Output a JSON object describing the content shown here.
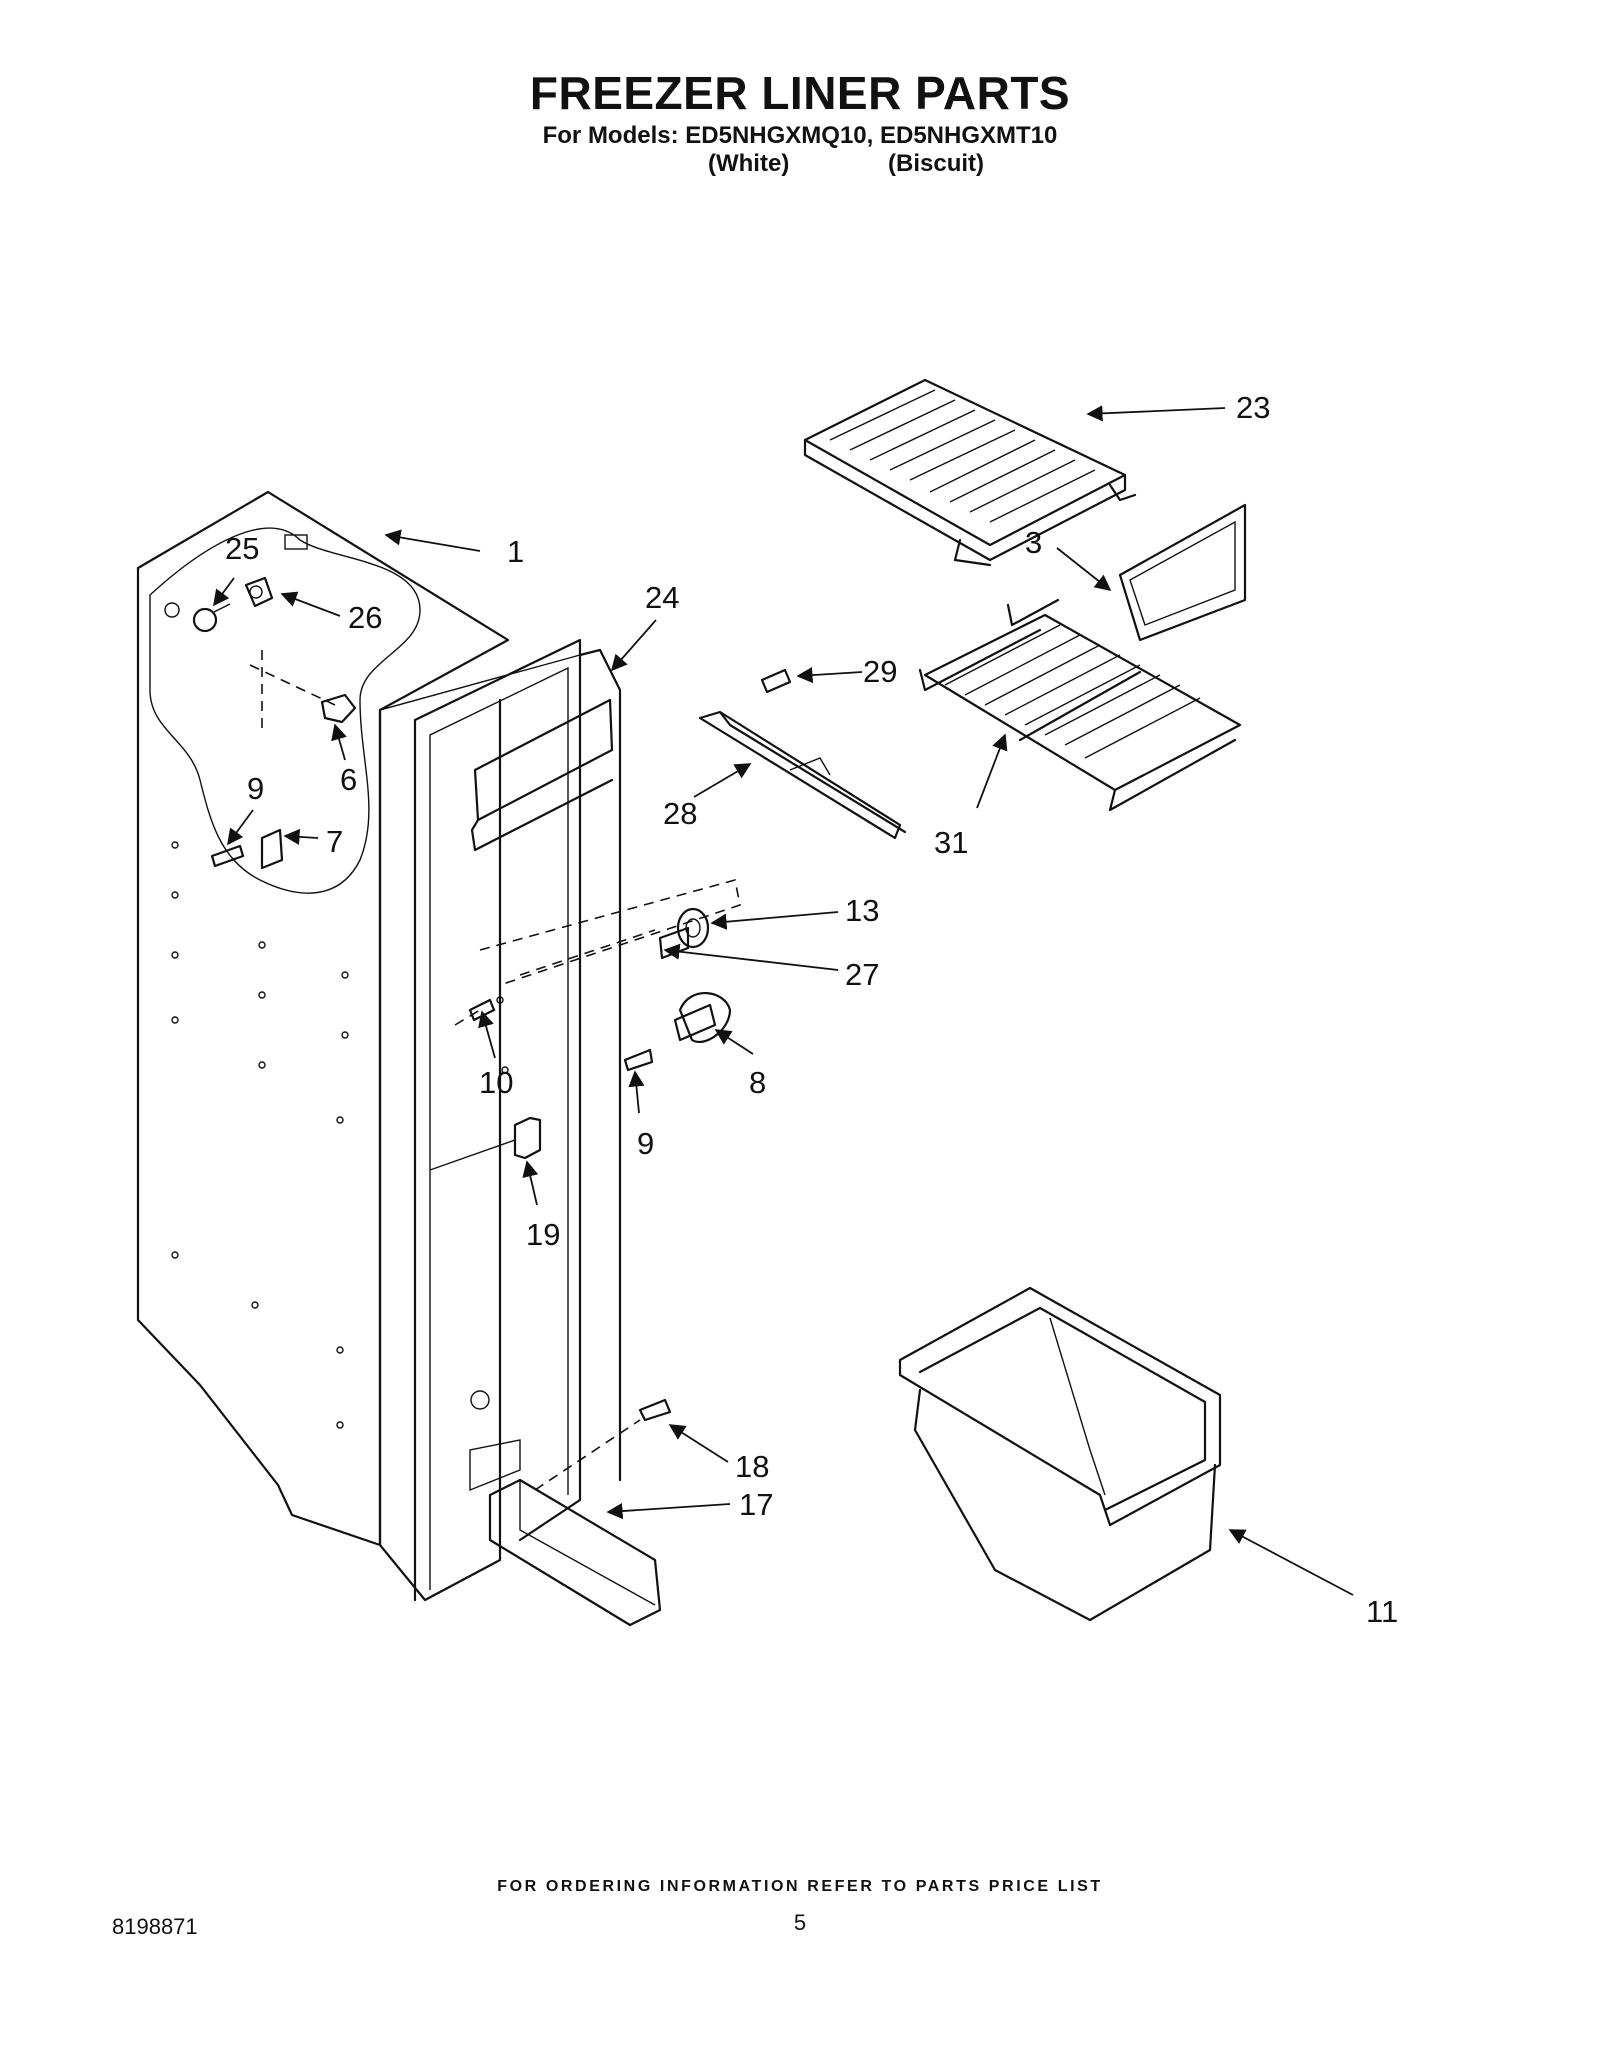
{
  "header": {
    "title": "FREEZER LINER PARTS",
    "subtitle": "For Models: ED5NHGXMQ10, ED5NHGXMT10",
    "variant_white": "(White)",
    "variant_biscuit": "(Biscuit)"
  },
  "callouts": {
    "c1": "1",
    "c3": "3",
    "c6": "6",
    "c7": "7",
    "c8": "8",
    "c9a": "9",
    "c9b": "9",
    "c10": "10",
    "c11": "11",
    "c13": "13",
    "c17": "17",
    "c18": "18",
    "c19": "19",
    "c23": "23",
    "c24": "24",
    "c25": "25",
    "c26": "26",
    "c27": "27",
    "c28": "28",
    "c29": "29",
    "c31": "31"
  },
  "footer": {
    "note": "FOR ORDERING INFORMATION REFER TO PARTS PRICE LIST",
    "doc_number": "8198871",
    "page_number": "5"
  }
}
